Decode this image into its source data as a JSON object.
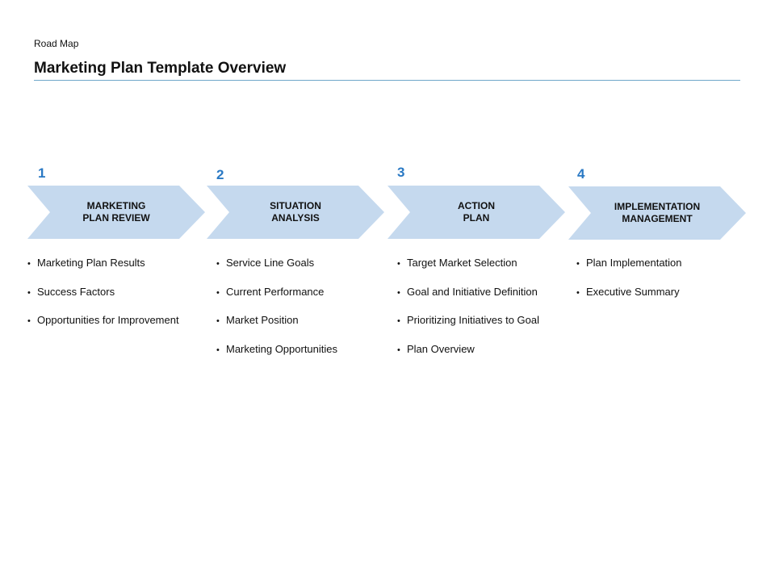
{
  "header": {
    "kicker": "Road Map",
    "title": "Marketing Plan Template Overview"
  },
  "colors": {
    "accent": "#2a79c4",
    "chevron": "#c5d9ee",
    "rule": "#6fa8c9"
  },
  "steps": [
    {
      "number": "1",
      "label": "MARKETING\nPLAN REVIEW",
      "items": [
        "Marketing Plan Results",
        "Success Factors",
        "Opportunities for Improvement"
      ]
    },
    {
      "number": "2",
      "label": "SITUATION\nANALYSIS",
      "items": [
        "Service Line Goals",
        "Current Performance",
        "Market Position",
        "Marketing Opportunities"
      ]
    },
    {
      "number": "3",
      "label": "ACTION\nPLAN",
      "items": [
        "Target Market Selection",
        "Goal and Initiative Definition",
        "Prioritizing Initiatives to Goal",
        "Plan Overview"
      ]
    },
    {
      "number": "4",
      "label": "IMPLEMENTATION\nMANAGEMENT",
      "items": [
        "Plan Implementation",
        "Executive Summary"
      ]
    }
  ]
}
